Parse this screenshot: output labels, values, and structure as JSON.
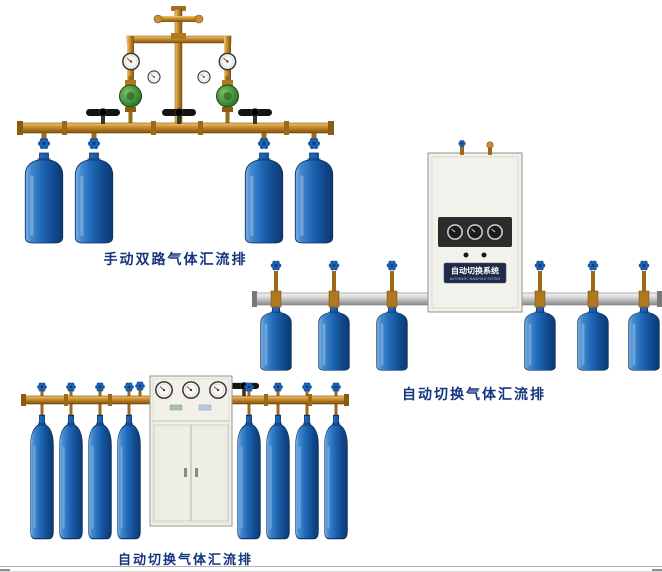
{
  "page": {
    "background_color": "#ffffff",
    "caption_color": "#16357e"
  },
  "figures": [
    {
      "name": "manual-dual-line-manifold",
      "caption": "手动双路气体汇流排"
    },
    {
      "name": "auto-switching-manifold-wall",
      "caption": "自动切换气体汇流排",
      "cabinet_label_cn": "自动切换系统",
      "cabinet_label_en": "AUTOMATIC MANIFOLD SYSTEM"
    },
    {
      "name": "auto-switching-manifold-cabinet",
      "caption": "自动切换气体汇流排"
    }
  ],
  "colors": {
    "cylinder_blue": "#1e66b5",
    "brass": "#c98f2e",
    "rail_silver": "#bfbfbf",
    "cabinet_white": "#f2f2ec",
    "regulator_green": "#3f8a37",
    "valve_wheel_blue": "#1c63b8",
    "valve_wheel_black": "#141414"
  }
}
